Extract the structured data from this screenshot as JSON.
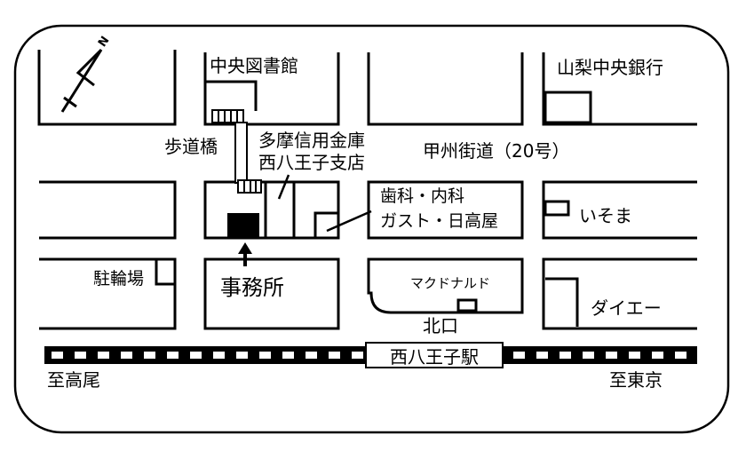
{
  "map": {
    "landmarks": {
      "library": "中央図書館",
      "bank_yamanashi": "山梨中央銀行",
      "footbridge": "歩道橋",
      "tama_bank_line1": "多摩信用金庫",
      "tama_bank_line2": "西八王子支店",
      "koshu_road": "甲州街道（20号）",
      "clinic_line1": "歯科・内科",
      "clinic_line2": "ガスト・日高屋",
      "isoma": "いそま",
      "parking": "駐輪場",
      "office": "事務所",
      "mcdonalds": "マクドナルド",
      "daiei": "ダイエー",
      "north_exit": "北口",
      "station": "西八王子駅",
      "to_takao": "至高尾",
      "to_tokyo": "至東京"
    },
    "north_arrow_label": "N",
    "colors": {
      "ink": "#000000",
      "paper": "#ffffff"
    }
  }
}
